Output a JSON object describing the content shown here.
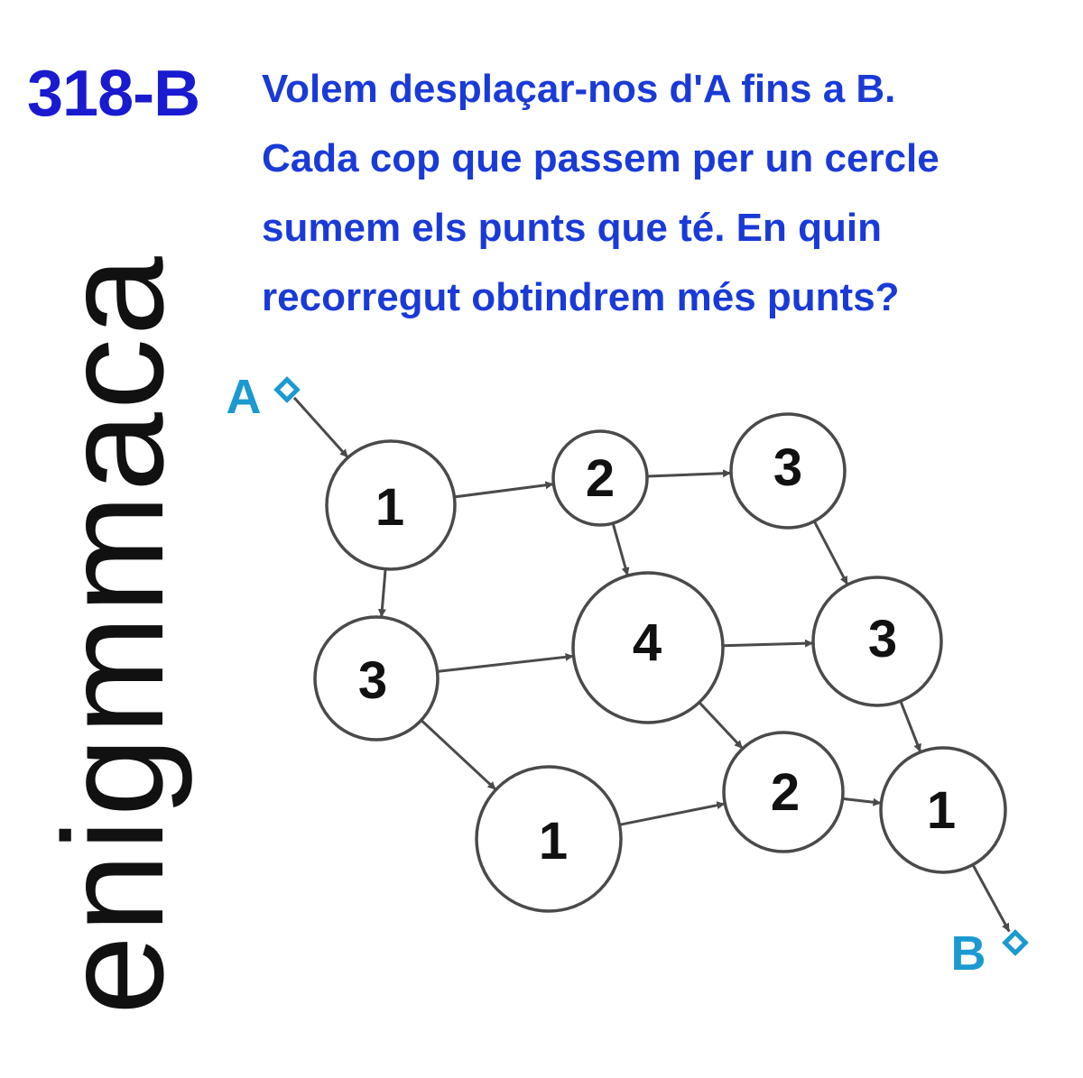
{
  "puzzle_id": "318-B",
  "question_lines": [
    "Volem desplaçar-nos d'A fins a B.",
    "Cada cop que passem per un cercle",
    "sumem els punts que té. En quin",
    "recorregut obtindrem més punts?"
  ],
  "brand": "enigmmaca",
  "colors": {
    "title": "#1a1ad0",
    "question": "#1a3ad8",
    "terminal": "#1a9ad0",
    "node_stroke": "#4a4a4a"
  },
  "terminals": [
    {
      "id": "A",
      "label": "A"
    },
    {
      "id": "B",
      "label": "B"
    }
  ],
  "nodes": [
    {
      "id": "n1",
      "label": "1"
    },
    {
      "id": "n2",
      "label": "2"
    },
    {
      "id": "n3",
      "label": "3"
    },
    {
      "id": "n4",
      "label": "3"
    },
    {
      "id": "n5",
      "label": "4"
    },
    {
      "id": "n6",
      "label": "3"
    },
    {
      "id": "n7",
      "label": "1"
    },
    {
      "id": "n8",
      "label": "2"
    },
    {
      "id": "n9",
      "label": "1"
    }
  ],
  "edges": [
    {
      "from": "A",
      "to": "n1"
    },
    {
      "from": "n1",
      "to": "n2"
    },
    {
      "from": "n1",
      "to": "n4"
    },
    {
      "from": "n2",
      "to": "n3"
    },
    {
      "from": "n2",
      "to": "n5"
    },
    {
      "from": "n3",
      "to": "n6"
    },
    {
      "from": "n4",
      "to": "n5"
    },
    {
      "from": "n4",
      "to": "n7"
    },
    {
      "from": "n5",
      "to": "n6"
    },
    {
      "from": "n5",
      "to": "n8"
    },
    {
      "from": "n6",
      "to": "n9"
    },
    {
      "from": "n7",
      "to": "n8"
    },
    {
      "from": "n8",
      "to": "n9"
    },
    {
      "from": "n9",
      "to": "B"
    }
  ]
}
